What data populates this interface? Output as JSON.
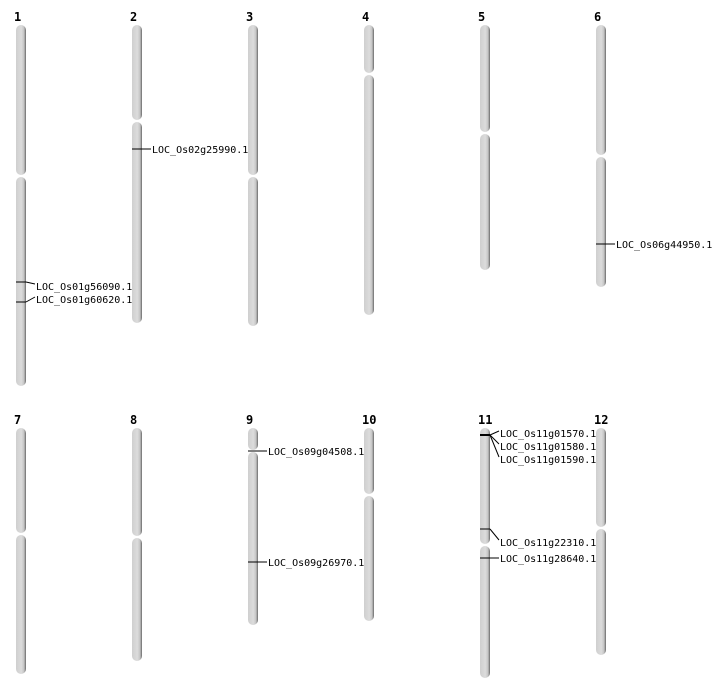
{
  "chromosomes": [
    {
      "label": "1",
      "genes": [
        "LOC_Os01g56090.1",
        "LOC_Os01g60620.1"
      ]
    },
    {
      "label": "2",
      "genes": [
        "LOC_Os02g25990.1"
      ]
    },
    {
      "label": "3",
      "genes": []
    },
    {
      "label": "4",
      "genes": []
    },
    {
      "label": "5",
      "genes": []
    },
    {
      "label": "6",
      "genes": [
        "LOC_Os06g44950.1"
      ]
    },
    {
      "label": "7",
      "genes": []
    },
    {
      "label": "8",
      "genes": []
    },
    {
      "label": "9",
      "genes": [
        "LOC_Os09g04508.1",
        "LOC_Os09g26970.1"
      ]
    },
    {
      "label": "10",
      "genes": []
    },
    {
      "label": "11",
      "genes": [
        "LOC_Os11g01570.1",
        "LOC_Os11g01580.1",
        "LOC_Os11g01590.1",
        "LOC_Os11g22310.1",
        "LOC_Os11g28640.1"
      ]
    },
    {
      "label": "12",
      "genes": []
    }
  ],
  "colors": {
    "chromosome": "#d4d4d4",
    "edge": "#6a6a6a",
    "marker": "#000000"
  }
}
